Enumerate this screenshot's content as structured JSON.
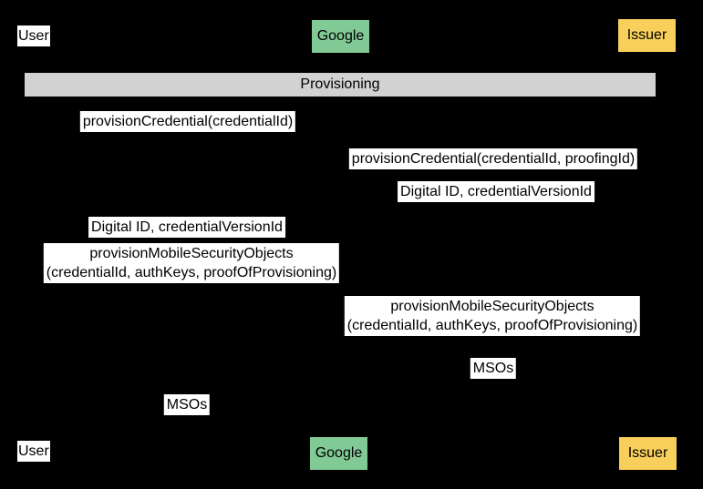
{
  "diagram": {
    "type": "sequence-diagram",
    "background_color": "#000000",
    "band": {
      "label": "Provisioning",
      "fill": "#d2d2d2"
    },
    "actors": {
      "user": {
        "label": "User",
        "fill": "#ffffff"
      },
      "google": {
        "label": "Google",
        "fill": "#81c995"
      },
      "issuer": {
        "label": "Issuer",
        "fill": "#f7cf5a"
      }
    },
    "messages": [
      {
        "label": "provisionCredential(credentialId)"
      },
      {
        "label": "provisionCredential(credentialId, proofingId)"
      },
      {
        "label": "Digital ID, credentialVersionId"
      },
      {
        "label": "Digital ID, credentialVersionId"
      },
      {
        "line1": "provisionMobileSecurityObjects",
        "line2": "(credentialId, authKeys, proofOfProvisioning)"
      },
      {
        "line1": "provisionMobileSecurityObjects",
        "line2": "(credentialId, authKeys, proofOfProvisioning)"
      },
      {
        "label": "MSOs"
      },
      {
        "label": "MSOs"
      }
    ]
  }
}
